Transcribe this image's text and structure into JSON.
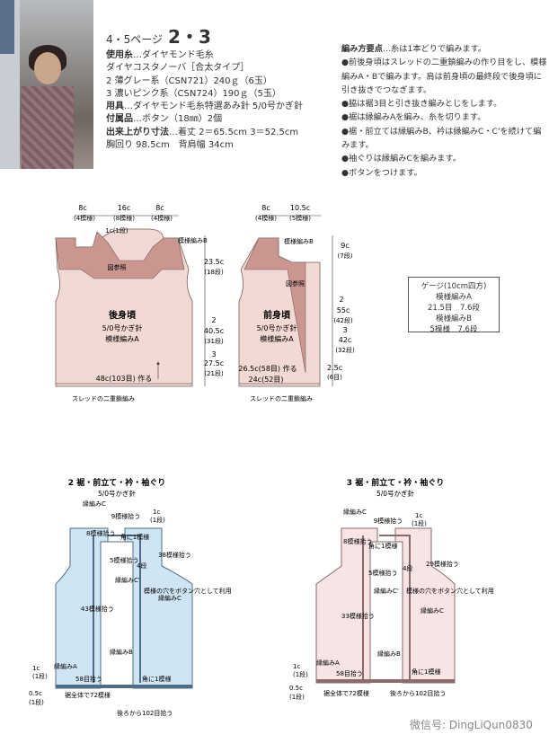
{
  "header": {
    "page_label": "4・5ページ",
    "item_number": "2・3"
  },
  "materials": {
    "yarn_label": "使用糸",
    "yarn_value": "…ダイヤモンド毛糸",
    "yarn_name": "ダイヤコスタノーバ［合太タイプ］",
    "yarn_2": "2 薄グレー系（CSN721）240ｇ（6玉）",
    "yarn_3": "3 濃いピンク系（CSN724）190ｇ（5玉）",
    "tools_label": "用具",
    "tools_value": "…ダイヤモンド毛糸特選あみ針 5/0号かぎ針",
    "accessory_label": "付属品",
    "accessory_value": "…ボタン（18㎜）2個",
    "size_label": "出来上がり寸法",
    "size_value": "…着丈 2＝65.5cm 3＝52.5cm",
    "bust": "胸回り 98.5cm　背肩幅 34cm"
  },
  "notes": {
    "title": "編み方要点",
    "title_suffix": "…糸は1本どりで編みます。",
    "items": [
      "●前後身頃はスレッドの二重鎖編みの作り目をし、模様編みA・Bで編みます。肩は前身頃の最終段で後身頃に引き抜きでつなぎます。",
      "●脇は裾3目と引き抜き編みとじをします。",
      "●裾は縁編みAを編み、糸を切ります。",
      "●裾・前立ては縁編みB、衿は縁編みC・C'を続けて編みます。",
      "●袖ぐりは縁編みCを編みます。",
      "●ボタンをつけます。"
    ]
  },
  "back_body": {
    "w_left": "8c",
    "w_left_rows": "(4模様)",
    "w_center": "16c",
    "w_center_rows": "(8模様)",
    "w_right": "8c",
    "w_right_rows": "(4模様)",
    "neck": "1c(1段)",
    "pattern_b": "模様編みB",
    "see_fig": "図参照",
    "h_top": "23.5c",
    "h_top_rows": "(18段)",
    "h_mid": "40.5c",
    "h_mid_rows": "(31段)",
    "size2": "2",
    "size3": "3",
    "h_3": "27.5c",
    "h_3_rows": "(21段)",
    "title": "後身頃",
    "needle": "5/0号かぎ針",
    "pattern_a": "模様編みA",
    "cast_on": "48c(103目) 作る",
    "chain": "スレッドの二重鎖編み"
  },
  "front_body": {
    "w_left": "8c",
    "w_left_rows": "(4模様)",
    "w_right": "10.5c",
    "w_right_rows": "(5模様)",
    "h_top": "9c",
    "h_top_rows": "(7段)",
    "pattern_b": "模様編みB",
    "see_fig": "図参照",
    "size2": "2",
    "h_55": "55c",
    "h_55_rows": "(42段)",
    "size3": "3",
    "h_42": "42c",
    "h_42_rows": "(32段)",
    "title": "前身頃",
    "needle": "5/0号かぎ針",
    "pattern_a": "模様編みA",
    "bottom1": "26.5c(58目) 作る",
    "bottom2": "24c(52目)",
    "side": "2.5c",
    "side_rows": "(6目)",
    "chain": "スレッドの二重鎖編み"
  },
  "gauge": {
    "title": "ゲージ(10cm四方)",
    "l1": "模様編みA",
    "l2": "21.5目　7.6段",
    "l3": "模様編みB",
    "l4": "5模様　7.6段"
  },
  "diagram2": {
    "title": "2 裾・前立て・衿・袖ぐり",
    "needle": "5/0号かぎ針",
    "edge_c": "縁編みC",
    "pick9": "9模様拾う",
    "c1_top": "1c",
    "c1_top_rows": "(1段)",
    "corner1": "角に1模様",
    "pick8": "8模様拾う",
    "pick5": "5模様拾う",
    "edge_c2": "縁編みC'",
    "rows4": "4段",
    "pick38": "38模様拾う",
    "buttonhole": "模様の穴をボタン穴として利用",
    "pick43": "43模様拾う",
    "edge_c_side": "縁編みC",
    "edge_b": "縁編みB",
    "c1_left": "1c",
    "c1_left_rows": "(1段)",
    "edge_a": "縁編みA",
    "pick58": "58目拾う",
    "corner_bottom": "角に1模様",
    "c05": "0.5c",
    "c05_rows": "(1段)",
    "hem72": "裾全体で72模様",
    "back102": "後ろから102目拾う"
  },
  "diagram3": {
    "title": "3 裾・前立て・衿・袖ぐり",
    "needle": "5/0号かぎ針",
    "edge_c": "縁編みC",
    "pick9": "9模様拾う",
    "c1_top": "1c",
    "c1_top_rows": "(1段)",
    "corner1": "角に1模様",
    "pick8": "8模様拾う",
    "pick5": "5模様拾う",
    "edge_c2": "縁編みC'",
    "rows4": "4段",
    "pick29": "29模様拾う",
    "buttonhole": "模様の穴をボタン穴として利用",
    "pick33": "33模様拾う",
    "edge_c_side": "縁編みC",
    "edge_b": "縁編みB",
    "c1_left": "1c",
    "c1_left_rows": "(1段)",
    "edge_a": "縁編みA",
    "pick58": "58目拾う",
    "corner_bottom": "角に1模様",
    "c05": "0.5c",
    "c05_rows": "(1段)",
    "hem72": "裾全体で72模様",
    "back102": "後ろから102目拾う"
  },
  "watermark": "微信号: DingLiQun0830",
  "colors": {
    "body_pink": "#f2d9d3",
    "yoke": "#c99690",
    "blue": "#cfe5f3",
    "pink_light": "#f7e4e4"
  }
}
